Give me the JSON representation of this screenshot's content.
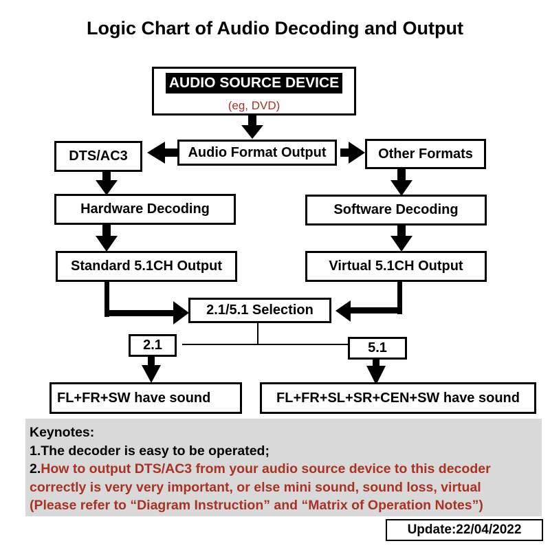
{
  "title": "Logic Chart of Audio Decoding and Output",
  "nodes": {
    "source": {
      "label": "AUDIO SOURCE DEVICE",
      "sublabel": "(eg, DVD)"
    },
    "format_output": {
      "label": "Audio Format Output"
    },
    "dts_ac3": {
      "label": "DTS/AC3"
    },
    "other_formats": {
      "label": "Other  Formats"
    },
    "hardware_decoding": {
      "label": "Hardware Decoding"
    },
    "software_decoding": {
      "label": "Software Decoding"
    },
    "standard_output": {
      "label": "Standard 5.1CH Output"
    },
    "virtual_output": {
      "label": "Virtual 5.1CH Output"
    },
    "selection": {
      "label": "2.1/5.1 Selection"
    },
    "opt_21": {
      "label": "2.1"
    },
    "opt_51": {
      "label": "5.1"
    },
    "result_21": {
      "label": "FL+FR+SW have sound"
    },
    "result_51": {
      "label": "FL+FR+SL+SR+CEN+SW have sound"
    }
  },
  "colors": {
    "accent_red": "#a83224",
    "notes_bg": "#d9d9d9"
  },
  "keynotes": {
    "heading": "Keynotes:",
    "item1": "1.The decoder is easy to be operated;",
    "item2_num": "2.",
    "item2_line1": "How to output DTS/AC3 from your audio source device to this decoder",
    "item2_line2": "correctly is very very important, or else mini sound, sound loss, virtual",
    "item2_line3": "(Please refer to “Diagram Instruction” and “Matrix of Operation Notes”)"
  },
  "update": "Update:22/04/2022"
}
